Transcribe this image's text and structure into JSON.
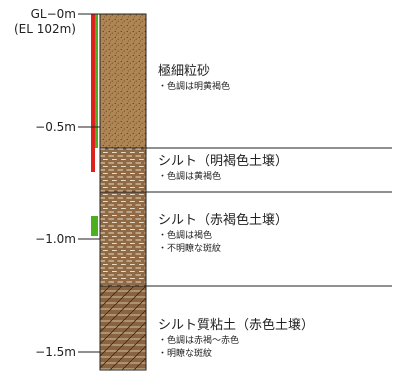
{
  "depth_labels": {
    "gl": "GL−0m",
    "el": "(EL 102m)",
    "d05": "−0.5m",
    "d10": "−1.0m",
    "d15": "−1.5m"
  },
  "layers": [
    {
      "title": "極細粒砂",
      "notes": [
        "・色調は明黄褐色"
      ]
    },
    {
      "title": "シルト（明褐色土壌）",
      "notes": [
        "・色調は黄褐色"
      ]
    },
    {
      "title": "シルト（赤褐色土壌）",
      "notes": [
        "・色調は褐色",
        "・不明瞭な斑紋"
      ]
    },
    {
      "title": "シルト質粘土（赤色土壌）",
      "notes": [
        "・色調は赤褐〜赤色",
        "・明瞭な斑紋"
      ]
    }
  ],
  "colors": {
    "sand": "#b08554",
    "silt": "#8f6a45",
    "clay": "#8a6440",
    "outline": "#222222",
    "red_marker": "#e0201d",
    "green_marker": "#4caf1f"
  }
}
